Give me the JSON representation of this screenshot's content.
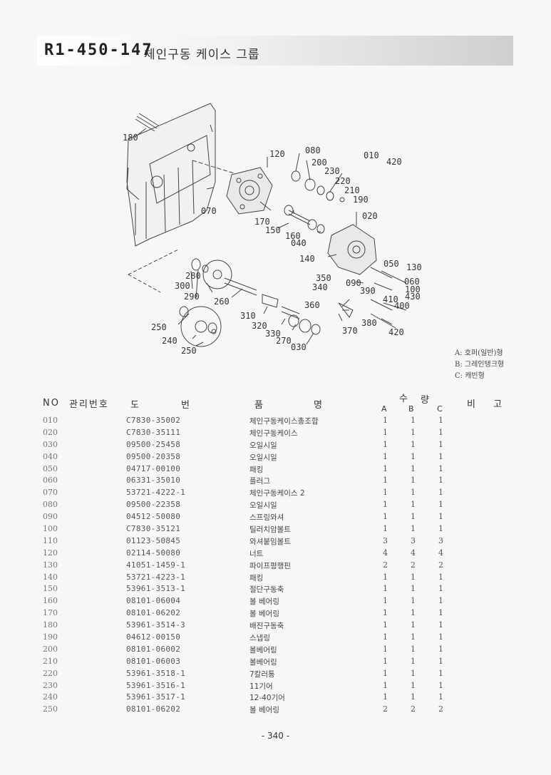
{
  "header": {
    "code": "R1-450-147",
    "title": "체인구동 케이스 그룹"
  },
  "figure": {
    "labels": [
      "180",
      "120",
      "080",
      "200",
      "230",
      "220",
      "210",
      "190",
      "010",
      "020",
      "420",
      "070",
      "170",
      "150",
      "160",
      "040",
      "140",
      "050",
      "130",
      "060",
      "100",
      "430",
      "350",
      "340",
      "090",
      "390",
      "410",
      "400",
      "360",
      "380",
      "280",
      "300",
      "290",
      "260",
      "310",
      "320",
      "330",
      "270",
      "030",
      "370",
      "250",
      "240",
      "250"
    ]
  },
  "legend": [
    "A: 호퍼(일반)형",
    "B: 그레인탱크형",
    "C: 캐빈형"
  ],
  "columns": {
    "no": "NO",
    "mgmt": "관리번호",
    "drawing_do": "도",
    "drawing_beon": "번",
    "name_pum": "품",
    "name_myeong": "명",
    "qty_su": "수",
    "qty_ryang": "량",
    "a": "A",
    "b": "B",
    "c": "C",
    "remark_bi": "비",
    "remark_go": "고"
  },
  "rows": [
    {
      "no": "010",
      "part": "C7830-35002",
      "name": "체인구동케이스총조합",
      "a": "1",
      "b": "1",
      "c": "1"
    },
    {
      "no": "020",
      "part": "C7830-35111",
      "name": "체인구동케이스",
      "a": "1",
      "b": "1",
      "c": "1"
    },
    {
      "no": "030",
      "part": "09500-25458",
      "name": "오일시일",
      "a": "1",
      "b": "1",
      "c": "1"
    },
    {
      "no": "040",
      "part": "09500-20358",
      "name": "오일시일",
      "a": "1",
      "b": "1",
      "c": "1"
    },
    {
      "no": "050",
      "part": "04717-00100",
      "name": "패킹",
      "a": "1",
      "b": "1",
      "c": "1"
    },
    {
      "no": "060",
      "part": "06331-35010",
      "name": "플러그",
      "a": "1",
      "b": "1",
      "c": "1"
    },
    {
      "no": "070",
      "part": "53721-4222-1",
      "name": "체인구동케이스 2",
      "a": "1",
      "b": "1",
      "c": "1"
    },
    {
      "no": "080",
      "part": "09500-22358",
      "name": "오일시일",
      "a": "1",
      "b": "1",
      "c": "1"
    },
    {
      "no": "090",
      "part": "04512-50080",
      "name": "스프링와셔",
      "a": "1",
      "b": "1",
      "c": "1"
    },
    {
      "no": "100",
      "part": "C7830-35121",
      "name": "틸러치암볼트",
      "a": "1",
      "b": "1",
      "c": "1"
    },
    {
      "no": "110",
      "part": "01123-50845",
      "name": "와셔붙임볼트",
      "a": "3",
      "b": "3",
      "c": "3"
    },
    {
      "no": "120",
      "part": "02114-50080",
      "name": "너트",
      "a": "4",
      "b": "4",
      "c": "4"
    },
    {
      "no": "130",
      "part": "41051-1459-1",
      "name": "파이프평행핀",
      "a": "2",
      "b": "2",
      "c": "2"
    },
    {
      "no": "140",
      "part": "53721-4223-1",
      "name": "패킹",
      "a": "1",
      "b": "1",
      "c": "1"
    },
    {
      "no": "150",
      "part": "53961-3513-1",
      "name": "절단구동축",
      "a": "1",
      "b": "1",
      "c": "1"
    },
    {
      "no": "160",
      "part": "08101-06004",
      "name": "볼 베어링",
      "a": "1",
      "b": "1",
      "c": "1"
    },
    {
      "no": "170",
      "part": "08101-06202",
      "name": "볼 베어링",
      "a": "1",
      "b": "1",
      "c": "1"
    },
    {
      "no": "180",
      "part": "53961-3514-3",
      "name": "배진구동축",
      "a": "1",
      "b": "1",
      "c": "1"
    },
    {
      "no": "190",
      "part": "04612-00150",
      "name": "스냅링",
      "a": "1",
      "b": "1",
      "c": "1"
    },
    {
      "no": "200",
      "part": "08101-06002",
      "name": "볼베어링",
      "a": "1",
      "b": "1",
      "c": "1"
    },
    {
      "no": "210",
      "part": "08101-06003",
      "name": "볼베어링",
      "a": "1",
      "b": "1",
      "c": "1"
    },
    {
      "no": "220",
      "part": "53961-3518-1",
      "name": "7칼러통",
      "a": "1",
      "b": "1",
      "c": "1"
    },
    {
      "no": "230",
      "part": "53961-3516-1",
      "name": "11기어",
      "a": "1",
      "b": "1",
      "c": "1"
    },
    {
      "no": "240",
      "part": "53961-3517-1",
      "name": "12-40기어",
      "a": "1",
      "b": "1",
      "c": "1"
    },
    {
      "no": "250",
      "part": "08101-06202",
      "name": "볼 베어링",
      "a": "2",
      "b": "2",
      "c": "2"
    }
  ],
  "footer": {
    "page_number": "- 340 -"
  }
}
